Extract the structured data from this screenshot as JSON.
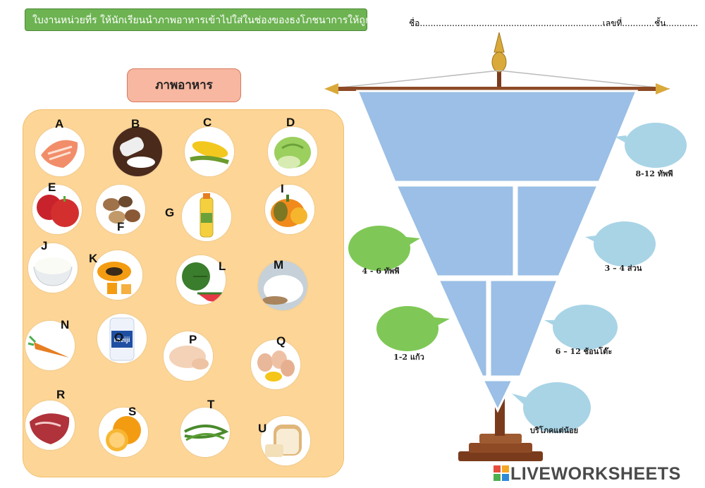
{
  "header": {
    "instruction": "ใบงานหน่วยที่ร  ให้นักเรียนนำภาพอาหารเข้าไปใส่ในช่องของธงโภชนาการให้ถูกต้อง",
    "name_line": "ชื่อ....................................................................เลขที่............ชั้น............"
  },
  "food_panel": {
    "title": "ภาพอาหาร",
    "items": [
      {
        "letter": "A",
        "icon": "salmon-icon"
      },
      {
        "letter": "B",
        "icon": "salt-icon"
      },
      {
        "letter": "C",
        "icon": "corn-icon"
      },
      {
        "letter": "D",
        "icon": "cabbage-icon"
      },
      {
        "letter": "E",
        "icon": "apple-icon"
      },
      {
        "letter": "F",
        "icon": "nuts-icon"
      },
      {
        "letter": "G",
        "icon": "oil-bottle-icon"
      },
      {
        "letter": "I",
        "icon": "pumpkin-icon"
      },
      {
        "letter": "J",
        "icon": "rice-icon"
      },
      {
        "letter": "K",
        "icon": "papaya-icon"
      },
      {
        "letter": "L",
        "icon": "watermelon-icon"
      },
      {
        "letter": "M",
        "icon": "sugar-icon"
      },
      {
        "letter": "N",
        "icon": "carrot-icon"
      },
      {
        "letter": "O",
        "icon": "milk-bottle-icon"
      },
      {
        "letter": "P",
        "icon": "chicken-icon"
      },
      {
        "letter": "Q",
        "icon": "eggs-icon"
      },
      {
        "letter": "R",
        "icon": "beef-icon"
      },
      {
        "letter": "S",
        "icon": "orange-icon"
      },
      {
        "letter": "T",
        "icon": "long-bean-icon"
      },
      {
        "letter": "U",
        "icon": "bread-icon"
      }
    ]
  },
  "flag": {
    "bubbles": [
      {
        "id": "grain",
        "text": "8-12 ทัพพี",
        "color": "#a8d4e6"
      },
      {
        "id": "veg",
        "text": "4 - 6 ทัพพี",
        "color": "#7fc857"
      },
      {
        "id": "fruit",
        "text": "3 – 4 ส่วน",
        "color": "#a8d4e6"
      },
      {
        "id": "milk",
        "text": "1-2 แก้ว",
        "color": "#7fc857"
      },
      {
        "id": "meat",
        "text": "6 – 12 ช้อนโต๊ะ",
        "color": "#a8d4e6"
      },
      {
        "id": "limit",
        "text": "บริโภคแต่น้อย",
        "color": "#a8d4e6"
      }
    ],
    "tier_color": "#9bbfe6"
  },
  "logo": {
    "text": "LIVEWORKSHEETS",
    "colors": [
      "#e84c3d",
      "#f5a623",
      "#4cb050",
      "#2e8ad8"
    ]
  }
}
